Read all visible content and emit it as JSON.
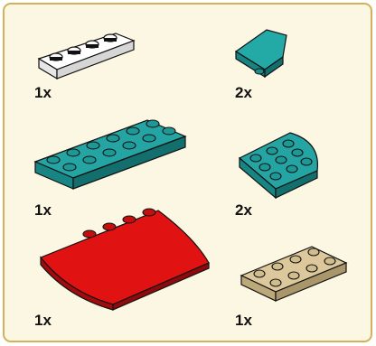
{
  "parts": [
    {
      "name": "white 1x4 plate",
      "qty": "1x"
    },
    {
      "name": "teal wedge plate",
      "qty": "2x"
    },
    {
      "name": "teal 2x6 plate",
      "qty": "1x"
    },
    {
      "name": "teal round corner plate",
      "qty": "2x"
    },
    {
      "name": "red curved slope",
      "qty": "1x"
    },
    {
      "name": "tan 2x4 plate",
      "qty": "1x"
    }
  ],
  "colors": {
    "panel_bg": "#fcf7e3",
    "panel_border": "#d2b15a",
    "white_part": "#f4f4f4",
    "teal_part": "#1f9e9c",
    "red_part": "#d41010",
    "tan_part": "#d9c69a",
    "outline": "#111111"
  }
}
